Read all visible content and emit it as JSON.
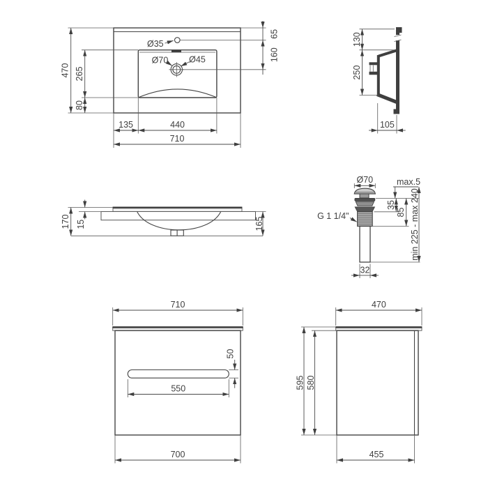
{
  "colors": {
    "line": "#444444",
    "dim_text": "#3f3f3f",
    "light_fill": "#f1f1f1",
    "thread_fill": "#a6a6a6",
    "dark_fill": "#4f4f4f"
  },
  "views": {
    "sink_top": {
      "label": "washbasin top view",
      "dims": {
        "width_overall": "710",
        "depth_overall": "470",
        "basin_width": "440",
        "left_offset": "135",
        "basin_depth": "265",
        "front_ledge": "80",
        "back_to_faucet": "65",
        "faucet_to_drain": "160",
        "faucet_hole": "Ø35",
        "drain_outer": "Ø70",
        "drain_inner": "Ø45"
      }
    },
    "sink_side": {
      "label": "washbasin side section",
      "dims": {
        "rim_height": "130",
        "bowl_height": "250",
        "ledge_depth": "105"
      }
    },
    "sink_front": {
      "label": "washbasin front section",
      "dims": {
        "total_height": "170",
        "top_thickness": "15",
        "bowl_height": "165"
      }
    },
    "drain": {
      "label": "pop-up drain assembly",
      "dims": {
        "cap_dia": "Ø70",
        "cap_clearance": "max.5",
        "flange_to_nut": "35",
        "flange_to_thread_end": "85",
        "thread_size": "G 1 1/4\"",
        "install_length": "min 225 - max 240",
        "tube_dia": "32"
      }
    },
    "cabinet_front": {
      "label": "cabinet front view",
      "dims": {
        "top_width": "710",
        "handle_height": "50",
        "handle_width": "550",
        "body_width": "700"
      }
    },
    "cabinet_side": {
      "label": "cabinet side view",
      "dims": {
        "top_depth": "470",
        "total_height": "595",
        "body_height": "580",
        "body_depth": "455"
      }
    }
  }
}
